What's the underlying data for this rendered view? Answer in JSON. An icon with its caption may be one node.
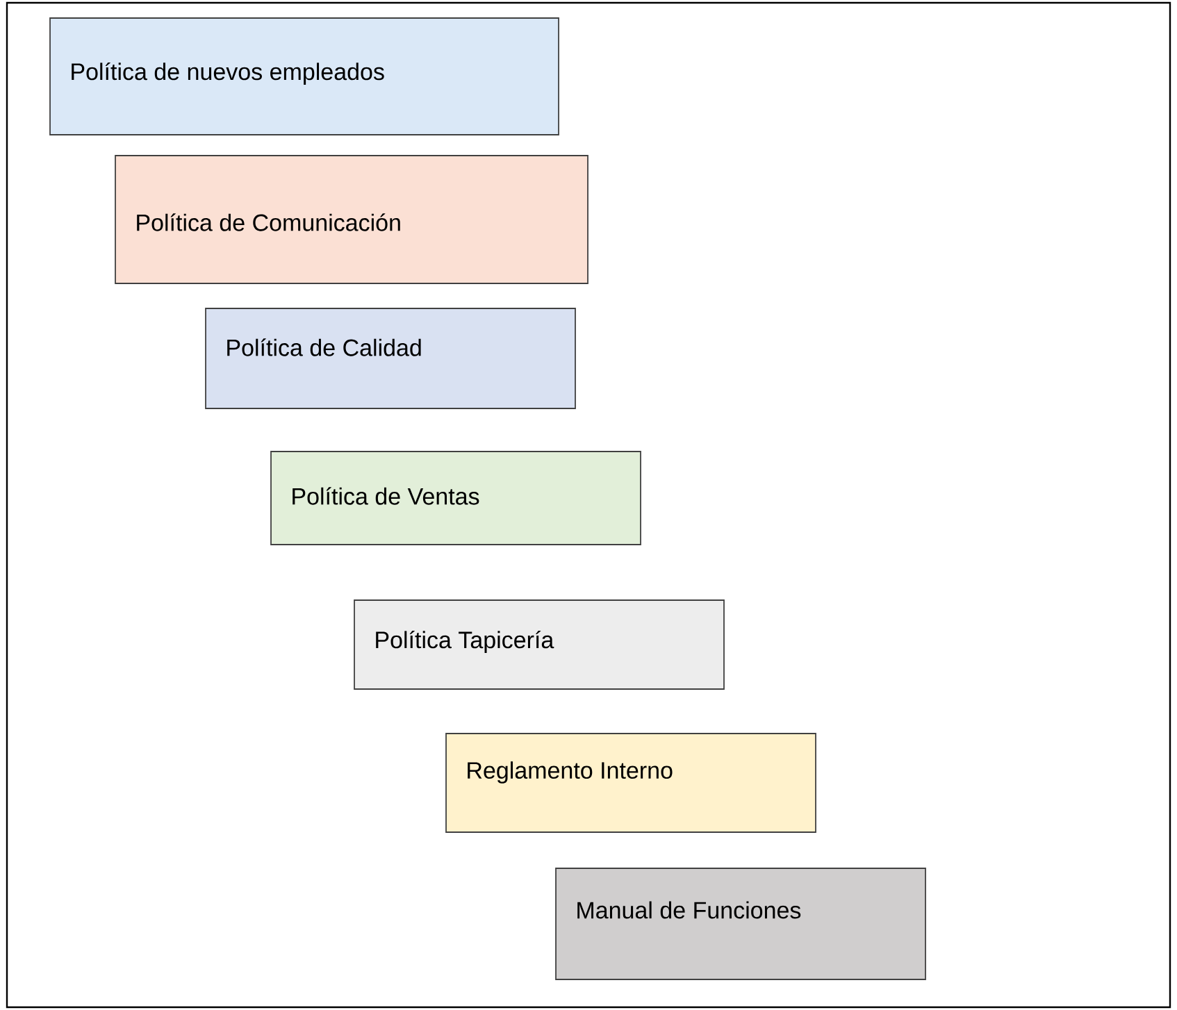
{
  "diagram": {
    "nodes": [
      {
        "text": [
          "Política de nuevos empleados"
        ]
      },
      {
        "text": [
          "Política de Comunicación"
        ]
      },
      {
        "text": [
          "Política de Calidad"
        ]
      },
      {
        "text": [
          "Política de Ventas"
        ]
      },
      {
        "text": [
          "Política Tapicería"
        ]
      },
      {
        "text": [
          "Reglamento Interno"
        ]
      },
      {
        "text": [
          "Manual de Funciones"
        ]
      }
    ]
  }
}
